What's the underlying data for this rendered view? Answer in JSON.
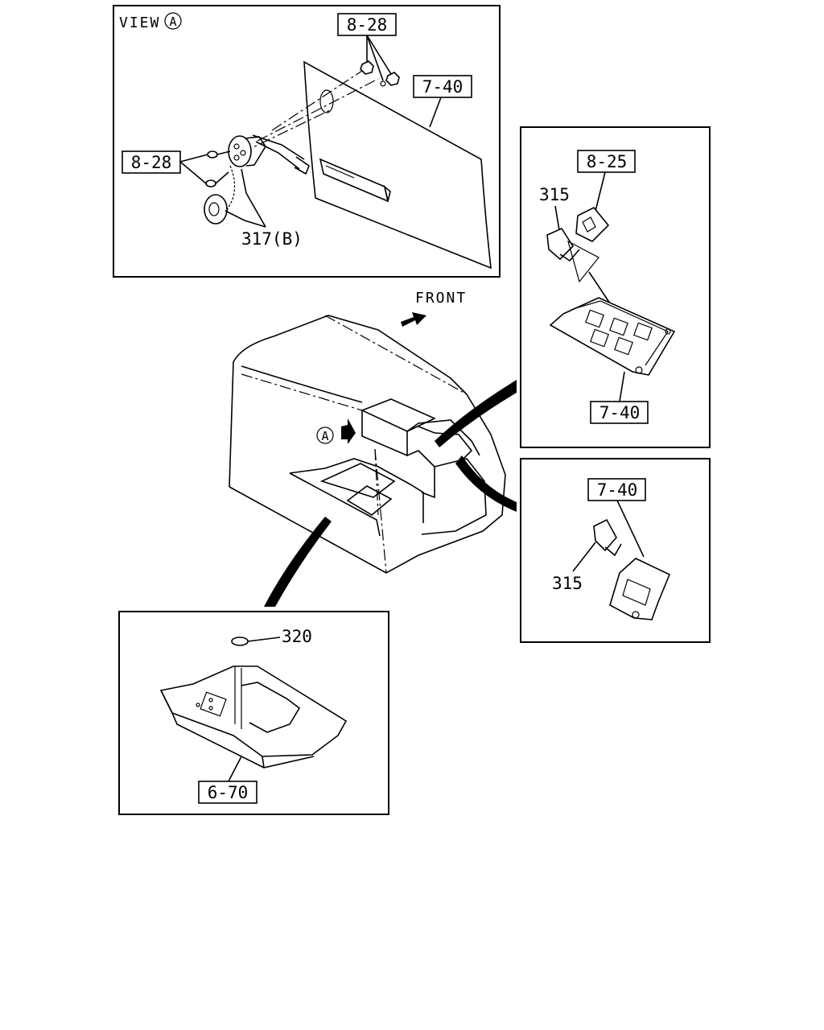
{
  "view_panel": {
    "title": "VIEW",
    "title_marker": "A",
    "labels": {
      "part_8_28_top": "8-28",
      "part_7_40": "7-40",
      "part_8_28_left": "8-28",
      "part_317b": "317(B)"
    }
  },
  "right_top_panel": {
    "labels": {
      "part_8_25": "8-25",
      "part_315": "315",
      "part_7_40": "7-40"
    }
  },
  "right_bottom_panel": {
    "labels": {
      "part_7_40": "7-40",
      "part_315": "315"
    }
  },
  "main_view": {
    "front_label": "FRONT",
    "view_marker": "A"
  },
  "bottom_panel": {
    "labels": {
      "part_320": "320",
      "part_6_70": "6-70"
    }
  }
}
